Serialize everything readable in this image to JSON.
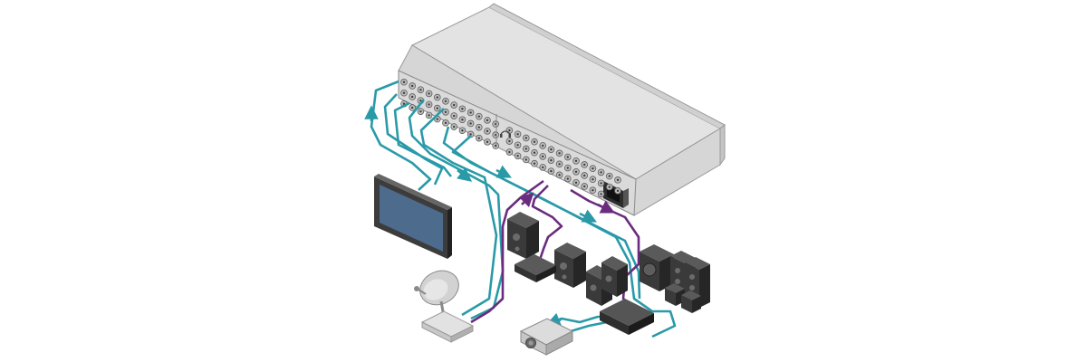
{
  "diagram": {
    "colors": {
      "background": "#ffffff",
      "chassis_top": "#e3e3e3",
      "chassis_front": "#d4d4d4",
      "chassis_edge": "#9a9a9a",
      "connector": "#bdbdbd",
      "video_cable": "#2a9aa8",
      "audio_cable": "#6a2c7e",
      "device_dark": "#3a3a3a",
      "device_mid": "#6b6b6b",
      "device_light": "#cfcfcf",
      "screen": "#4d6b8c"
    },
    "devices": [
      {
        "id": "matrix-switcher",
        "icon": "rack-switcher"
      },
      {
        "id": "display",
        "icon": "flat-panel-display"
      },
      {
        "id": "satellite-dish",
        "icon": "satellite-dish"
      },
      {
        "id": "satellite-receiver",
        "icon": "set-top-box"
      },
      {
        "id": "projector",
        "icon": "video-projector"
      },
      {
        "id": "stereo-speakers",
        "icon": "speaker"
      },
      {
        "id": "stereo-amplifier",
        "icon": "amplifier"
      },
      {
        "id": "surround-speakers",
        "icon": "speaker-set"
      },
      {
        "id": "av-receiver",
        "icon": "av-receiver"
      }
    ],
    "cables": [
      {
        "from": "display",
        "to": "matrix-switcher",
        "type": "video"
      },
      {
        "from": "satellite-receiver",
        "to": "matrix-switcher",
        "type": "video"
      },
      {
        "from": "satellite-receiver",
        "to": "matrix-switcher",
        "type": "audio"
      },
      {
        "from": "matrix-switcher",
        "to": "stereo-amplifier",
        "type": "audio"
      },
      {
        "from": "matrix-switcher",
        "to": "av-receiver",
        "type": "video"
      },
      {
        "from": "av-receiver",
        "to": "projector",
        "type": "video"
      },
      {
        "from": "matrix-switcher",
        "to": "av-receiver",
        "type": "audio"
      }
    ]
  }
}
